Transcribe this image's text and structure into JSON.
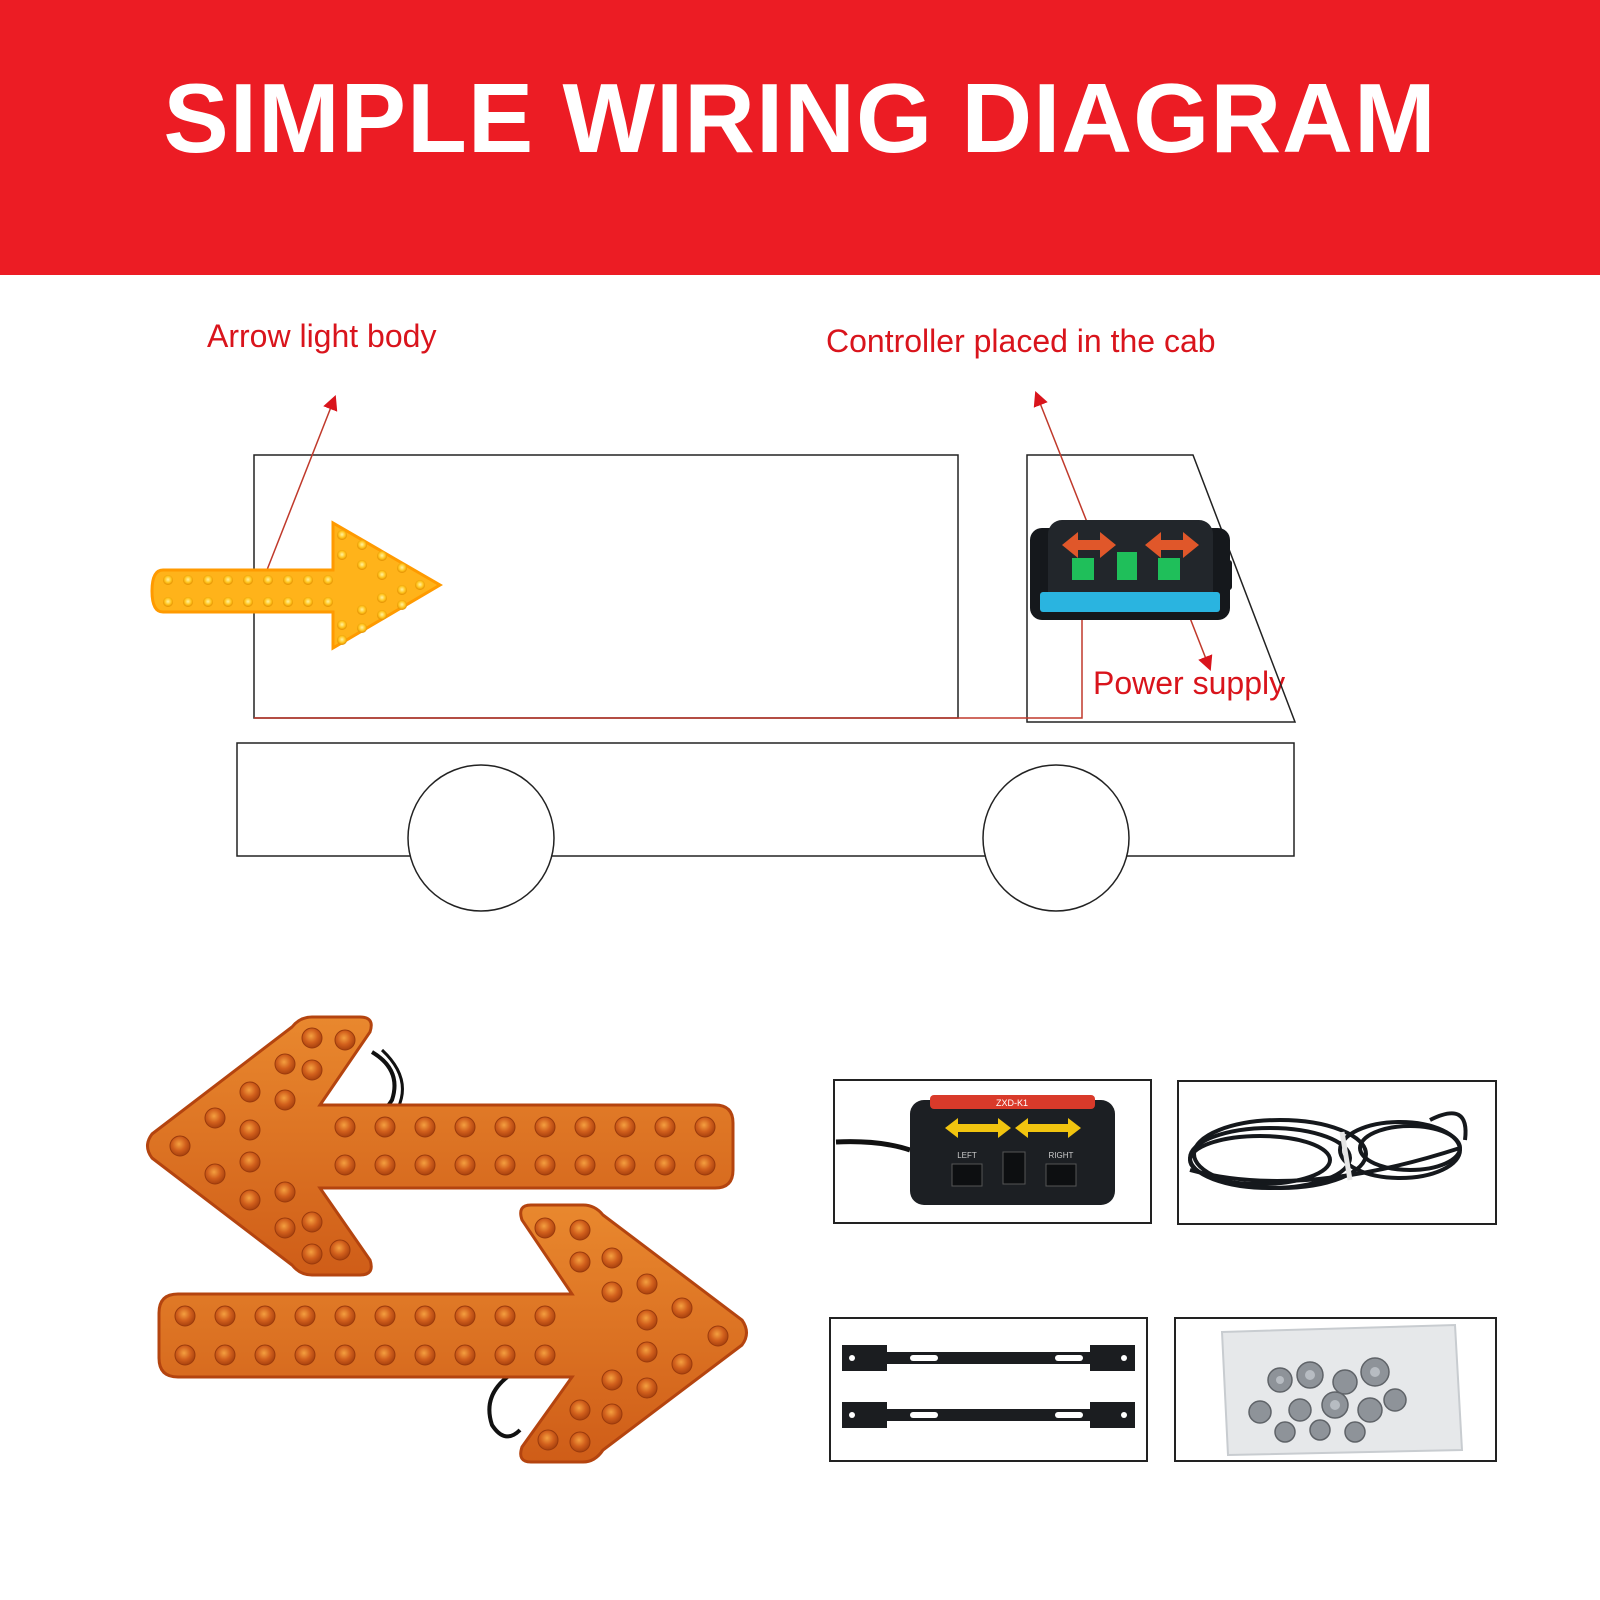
{
  "banner": {
    "title": "SIMPLE WIRING DIAGRAM",
    "background": "#ec1c24",
    "text_color": "#ffffff"
  },
  "labels": {
    "arrow_light_body": "Arrow light body",
    "controller": "Controller placed in the cab",
    "power_supply": "Power supply",
    "color": "#d9141c"
  },
  "controller": {
    "brand_label": "ZXD-K1",
    "left_label": "LEFT",
    "right_label": "RIGHT",
    "accent": "#2ab4e0",
    "switch_color": "#1fbf5a"
  },
  "icons": {
    "amber_arrow": "arrow-light-icon",
    "led_panel": "double-arrow-led-panel"
  },
  "accessories": [
    "controller-box",
    "cable-coil",
    "mounting-brackets",
    "screw-bag"
  ]
}
